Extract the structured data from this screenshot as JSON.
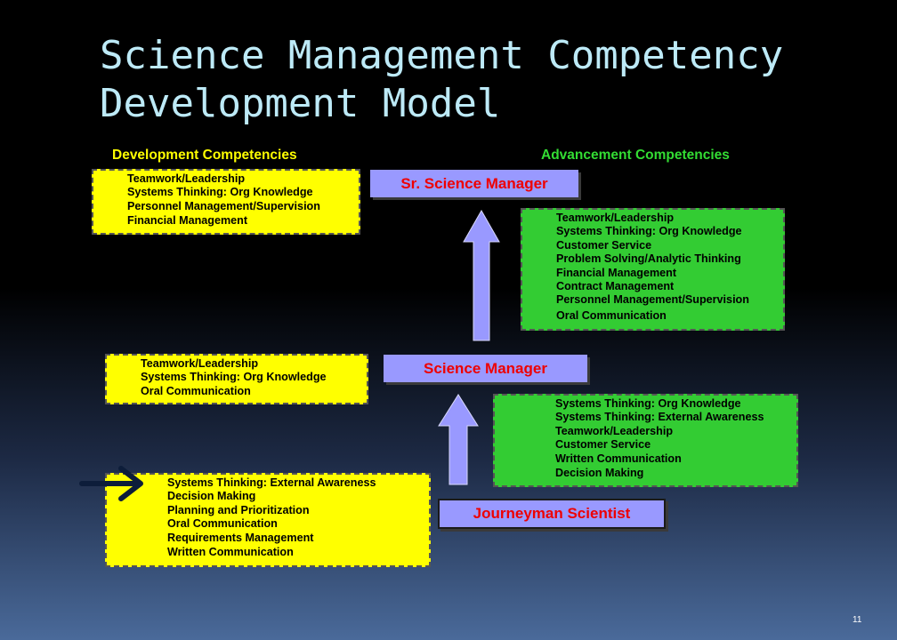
{
  "title": {
    "line1": "Science Management Competency",
    "line2": "Development Model"
  },
  "headings": {
    "development": "Development Competencies",
    "advancement": "Advancement Competencies"
  },
  "roles": {
    "senior": "Sr. Science Manager",
    "manager": "Science Manager",
    "journeyman": "Journeyman Scientist"
  },
  "development_boxes": {
    "senior": [
      "Teamwork/Leadership",
      "Systems Thinking: Org Knowledge",
      "Personnel Management/Supervision",
      "Financial Management"
    ],
    "manager": [
      "Teamwork/Leadership",
      "Systems Thinking: Org Knowledge",
      "Oral Communication"
    ],
    "journeyman": [
      "Systems Thinking: External Awareness",
      "Decision Making",
      "Planning and Prioritization",
      "Oral Communication",
      "Requirements Management",
      "Written Communication"
    ]
  },
  "advancement_boxes": {
    "to_senior": [
      "Teamwork/Leadership",
      "Systems Thinking: Org Knowledge",
      "Customer Service",
      "Problem Solving/Analytic Thinking",
      "Financial Management",
      "Contract Management",
      "Personnel Management/Supervision",
      "Oral Communication"
    ],
    "to_manager": [
      "Systems Thinking: Org Knowledge",
      "Systems Thinking: External Awareness",
      "Teamwork/Leadership",
      "Customer Service",
      "Written Communication",
      "Decision Making"
    ]
  },
  "colors": {
    "development_box": "#ffff00",
    "advancement_box": "#33cc33",
    "role_box": "#9999ff",
    "role_text": "#ee0000",
    "up_arrow": "#9999ff",
    "pointer_arrow": "#0d1d3a"
  },
  "icons": {
    "pointer": "right-arrow-icon",
    "progression": "up-arrow-icon"
  },
  "page_number": "11"
}
